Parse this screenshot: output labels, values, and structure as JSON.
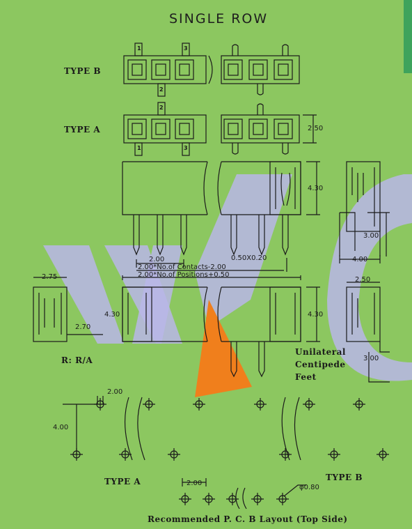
{
  "title": "SINGLE ROW",
  "labels": {
    "type_b": "TYPE B",
    "type_a": "TYPE A",
    "ra": "R: R/A",
    "unilateral": "Unilateral",
    "centipede": "Centipede",
    "feet": "Feet",
    "pcb_type_a": "TYPE A",
    "pcb_type_b": "TYPE B",
    "footer": "Recommended P. C. B Layout (Top Side)"
  },
  "pins": {
    "p1": "1",
    "p2": "2",
    "p3": "3"
  },
  "dims": {
    "d250": "2.50",
    "d430": "4.30",
    "d300": "3.00",
    "d400": "4.00",
    "d200": "2.00",
    "contacts": "2.00*No.of  Contacts-2.00",
    "positions": "2.00*No.of  Positions+0.50",
    "pin_size": "0.50X0.20",
    "d275": "2.75",
    "d270": "2.70",
    "hole": "φ0.80"
  },
  "colors": {
    "background": "#8cc760",
    "watermark": "#b8b6e8",
    "accent": "#f07f1c",
    "line": "#1a1a1a"
  }
}
